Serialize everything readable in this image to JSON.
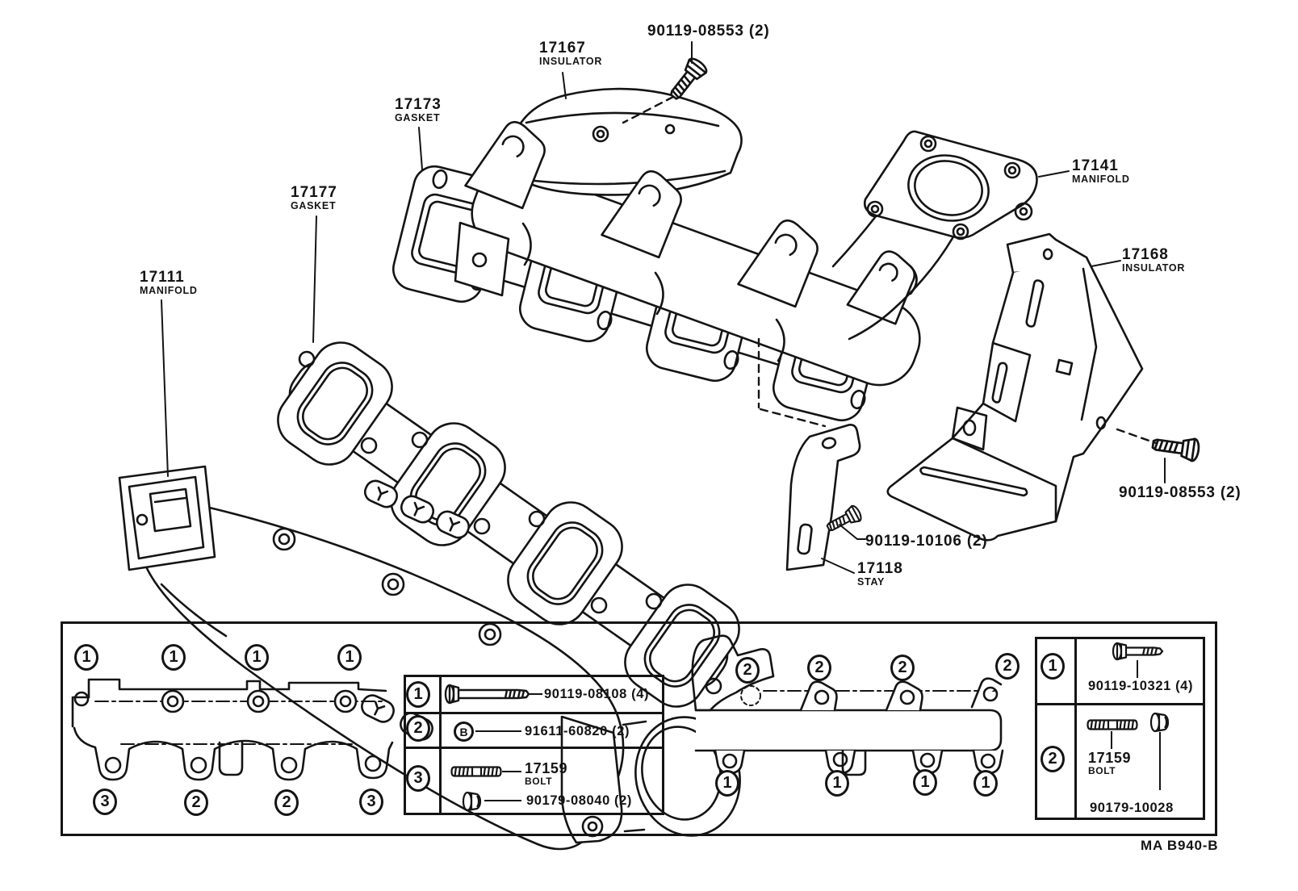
{
  "part_labels": {
    "bolt_top": {
      "number": "90119-08553 (2)"
    },
    "insulator_17167": {
      "number": "17167",
      "name": "INSULATOR"
    },
    "gasket_17173": {
      "number": "17173",
      "name": "GASKET"
    },
    "gasket_17177": {
      "number": "17177",
      "name": "GASKET"
    },
    "manifold_17111": {
      "number": "17111",
      "name": "MANIFOLD"
    },
    "manifold_17141": {
      "number": "17141",
      "name": "MANIFOLD"
    },
    "insulator_17168": {
      "number": "17168",
      "name": "INSULATOR"
    },
    "bolt_right": {
      "number": "90119-08553 (2)"
    },
    "bolt_stay": {
      "number": "90119-10106 (2)"
    },
    "stay_17118": {
      "number": "17118",
      "name": "STAY"
    }
  },
  "legend_table": {
    "rows": [
      {
        "marker": "1",
        "parts": [
          {
            "number": "90119-08108 (4)",
            "icon": "hex-bolt"
          }
        ]
      },
      {
        "marker": "2",
        "parts": [
          {
            "number": "91611-60820 (2)",
            "icon": "circle-b",
            "symbol": "B"
          }
        ]
      },
      {
        "marker": "3",
        "parts": [
          {
            "number": "17159",
            "name": "BOLT",
            "icon": "stud-bolt"
          },
          {
            "number": "90179-08040 (2)",
            "icon": "flange-nut"
          }
        ]
      }
    ]
  },
  "corner_table": {
    "rows": [
      {
        "marker": "1",
        "parts": [
          {
            "number": "90119-10321 (4)",
            "icon": "hex-bolt"
          }
        ]
      },
      {
        "marker": "2",
        "parts": [
          {
            "number": "17159",
            "name": "BOLT",
            "icon": "stud-bolt"
          },
          {
            "number": "90179-10028",
            "icon": "flange-nut"
          }
        ]
      }
    ]
  },
  "panel_markers": {
    "left_top": [
      "1",
      "1",
      "1",
      "1"
    ],
    "left_bottom": [
      "3",
      "2",
      "2",
      "3"
    ],
    "right_top": [
      "2",
      "2",
      "2",
      "2"
    ],
    "right_bottom": [
      "1",
      "1",
      "1",
      "1"
    ]
  },
  "footer_code": "MA B940-B",
  "colors": {
    "ink": "#141414",
    "paper": "#ffffff"
  }
}
